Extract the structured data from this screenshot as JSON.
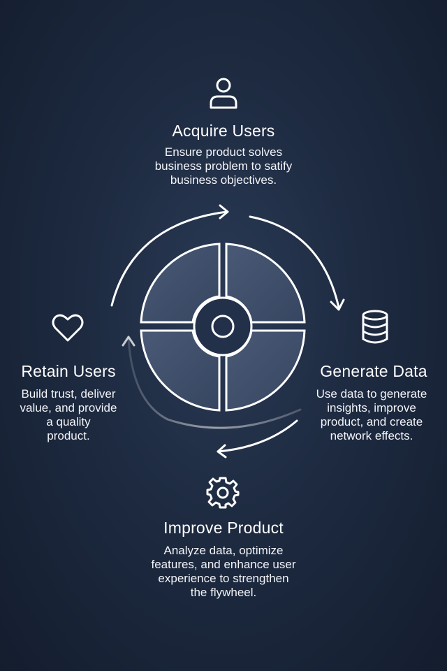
{
  "stages": {
    "acquire": {
      "icon": "user-icon",
      "title": "Acquire Users",
      "lines": [
        "Ensure product solves",
        "business problem to satify",
        "business objectives."
      ]
    },
    "generate": {
      "icon": "database-icon",
      "title": "Generate Data",
      "lines": [
        "Use data to generate",
        "insights, improve",
        "product, and create",
        "network effects."
      ]
    },
    "improve": {
      "icon": "gear-icon",
      "title": "Improve Product",
      "lines": [
        "Analyze data, optimize",
        "features, and enhance user",
        "experience to strengthen",
        "the flywheel."
      ]
    },
    "retain": {
      "icon": "heart-icon",
      "title": "Retain Users",
      "lines": [
        "Build trust, deliver",
        "value, and provide",
        "a quality",
        "product."
      ]
    }
  },
  "colors": {
    "background": "#1d2a40",
    "stroke": "#ffffff",
    "quadrant_fill": "#3c4b66",
    "quadrant_fill_light": "#55647e"
  }
}
